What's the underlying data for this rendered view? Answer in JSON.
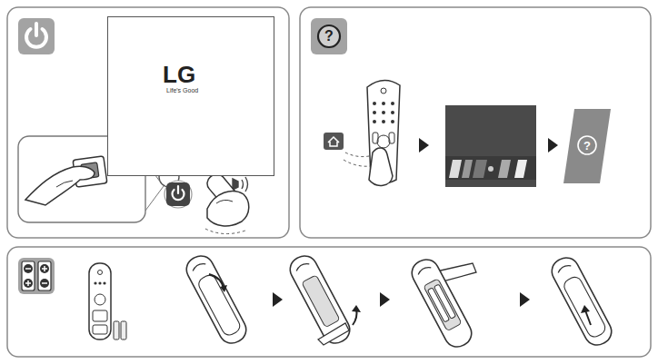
{
  "diagram": {
    "nodes": [
      {
        "text": [
          "LG",
          "Life's Good"
        ]
      }
    ],
    "labels": [
      "?",
      "?"
    ]
  }
}
